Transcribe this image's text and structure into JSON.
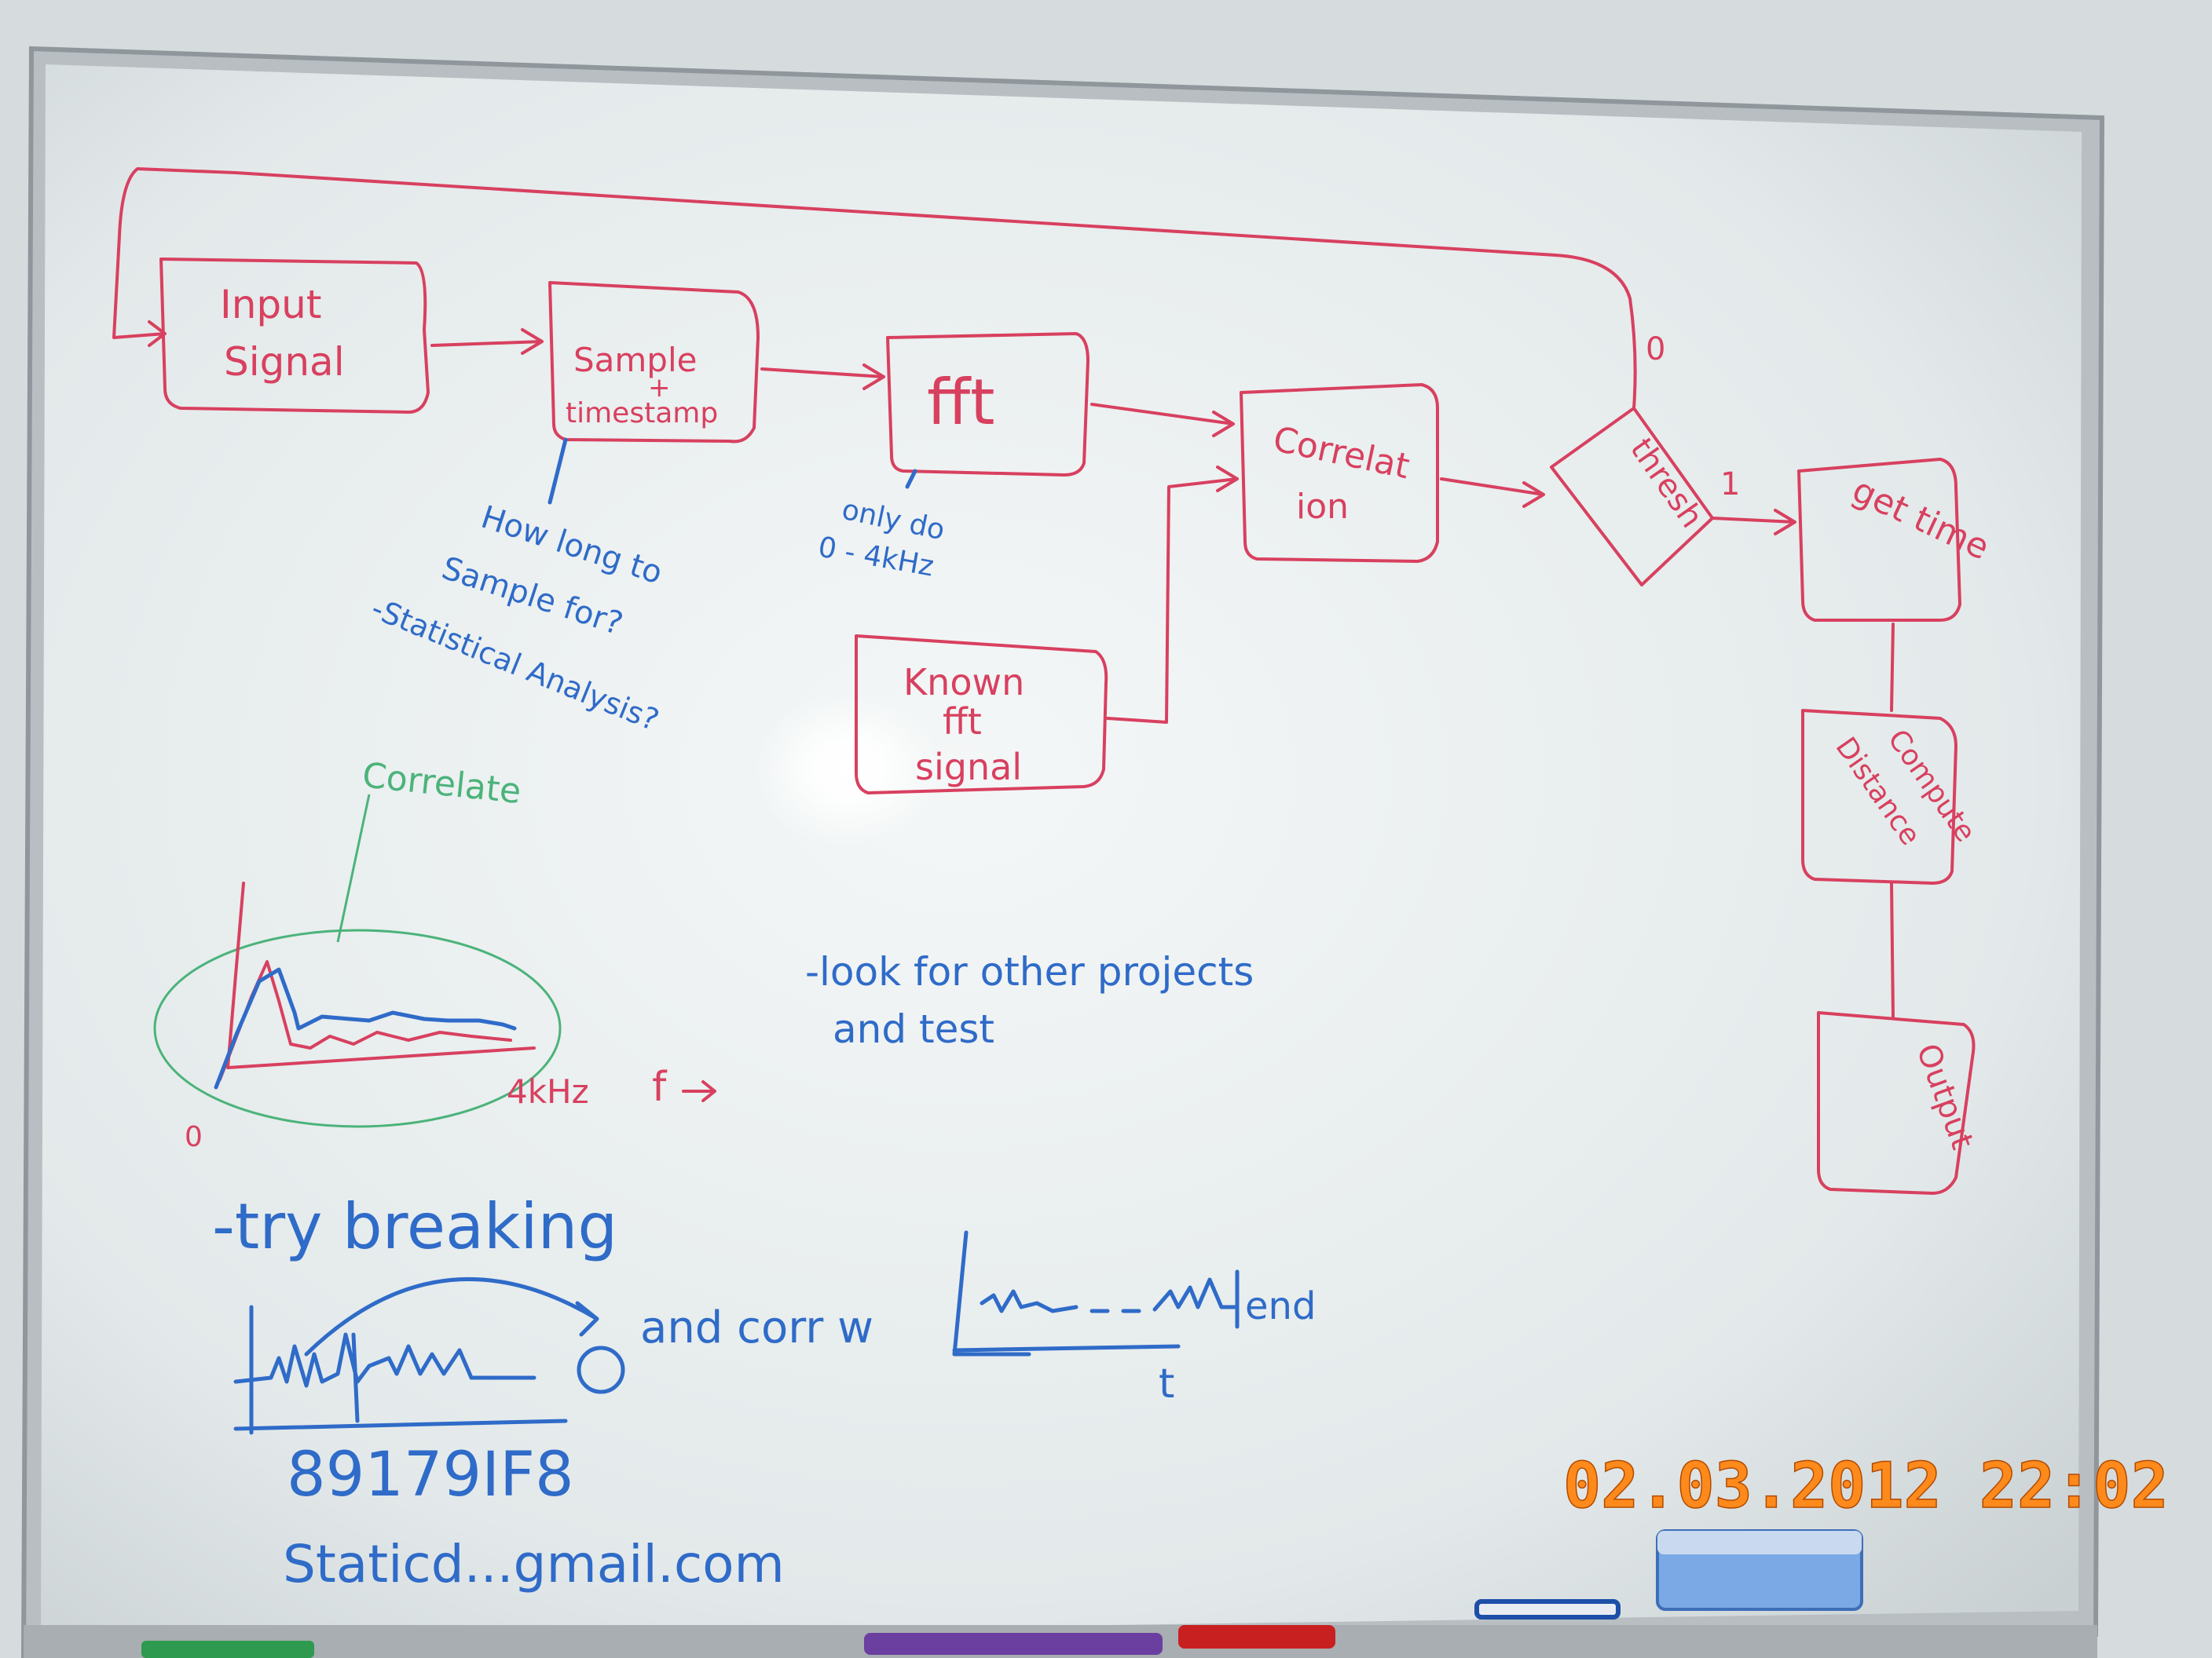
{
  "colors": {
    "red_marker": "#d8405f",
    "blue_marker": "#2f6bc8",
    "green_marker": "#4bb37a",
    "timestamp": "#ff8a1c"
  },
  "diagram": {
    "nodes": {
      "input": [
        "Input",
        "Signal"
      ],
      "sample": [
        "Sample",
        "+",
        "timestamp"
      ],
      "fft": "fft",
      "known": [
        "Known",
        "fft",
        "signal"
      ],
      "corr": [
        "Correlat",
        "ion"
      ],
      "thresh": "thresh",
      "gettime": "get time",
      "compute": [
        "Compute",
        "Distance"
      ],
      "output": "Output"
    },
    "edge_labels": {
      "zero": "0",
      "one": "1"
    },
    "notes": {
      "how_long": [
        "How long to",
        "Sample for?",
        "-Statistical Analysis?"
      ],
      "only_do": [
        "only do",
        "0 - 4kHz"
      ],
      "correlate": "Correlate",
      "look_for": [
        "-look for other projects",
        "and test"
      ],
      "try_breaking": "-try breaking",
      "and_corr": "and corr w",
      "end": "end",
      "t": "t",
      "khz": "4kHz",
      "f": "f",
      "origin": "0",
      "id": "89179IF8",
      "email": "Staticd...gmail.com"
    }
  },
  "timestamp": "02.03.2012 22:02"
}
